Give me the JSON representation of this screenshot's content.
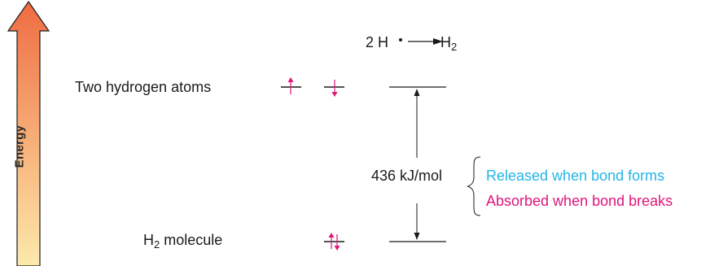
{
  "diagram": {
    "reaction": {
      "reactant": "2 H",
      "product": "H",
      "product_subscript": "2"
    },
    "axis_label": "Energy",
    "levels": {
      "upper_label": "Two hydrogen atoms",
      "lower_label_base": "H",
      "lower_label_subscript": "2",
      "lower_label_suffix": " molecule"
    },
    "energy_difference": "436 kJ/mol",
    "annotations": {
      "released": "Released when bond forms",
      "absorbed": "Absorbed when bond breaks"
    },
    "colors": {
      "arrow_top": "#ef6b42",
      "arrow_bottom": "#fde9ad",
      "electron_spin": "#e0157a",
      "released_text": "#23b5e6",
      "absorbed_text": "#e0157a"
    },
    "icons": {
      "radical_dot": "radical-dot-icon",
      "reaction_arrow": "reaction-arrow-icon",
      "spin_up": "spin-up-icon",
      "spin_down": "spin-down-icon"
    }
  }
}
